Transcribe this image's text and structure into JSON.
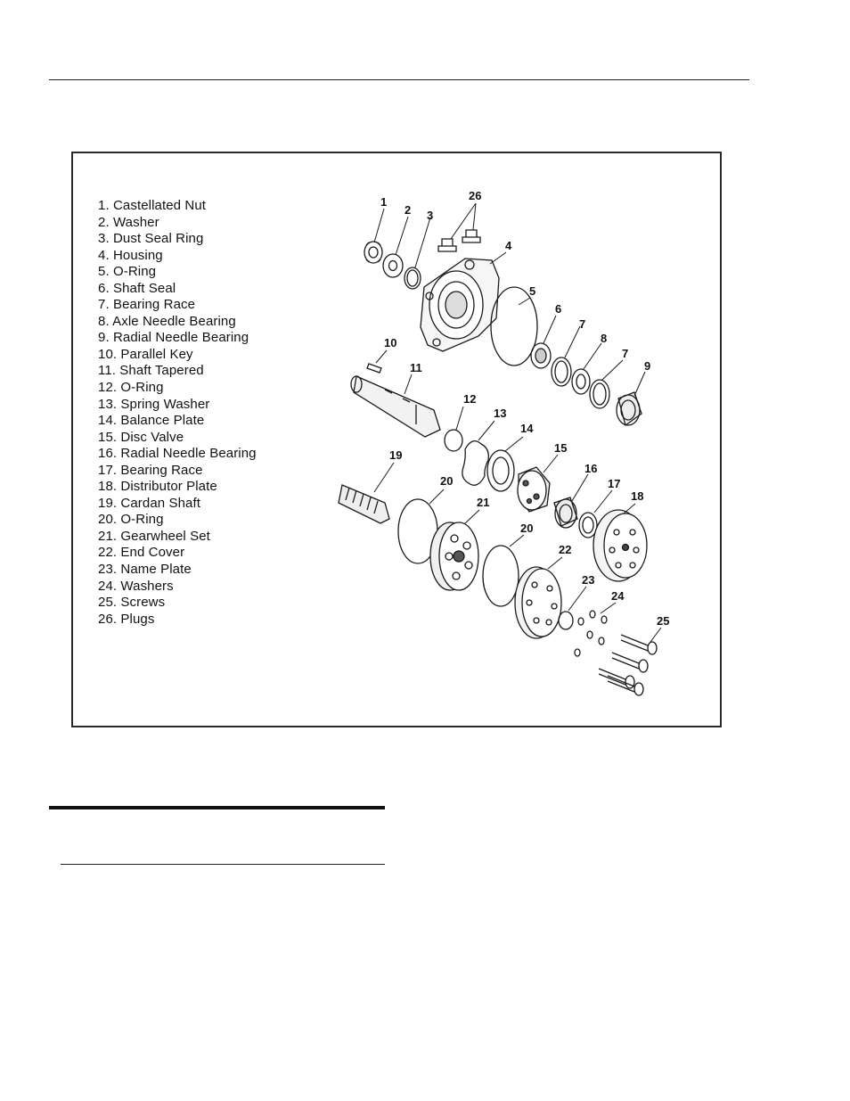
{
  "parts_list": [
    "1. Castellated Nut",
    "2. Washer",
    "3. Dust Seal Ring",
    "4. Housing",
    "5. O-Ring",
    "6. Shaft Seal",
    "7. Bearing Race",
    "8. Axle Needle Bearing",
    "9. Radial Needle Bearing",
    "10. Parallel Key",
    "11. Shaft Tapered",
    "12. O-Ring",
    "13. Spring Washer",
    "14. Balance Plate",
    "15. Disc Valve",
    "16. Radial Needle Bearing",
    "17. Bearing Race",
    "18. Distributor Plate",
    "19. Cardan Shaft",
    "20. O-Ring",
    "21. Gearwheel Set",
    "22. End Cover",
    "23. Name Plate",
    "24. Washers",
    "25. Screws",
    "26. Plugs"
  ],
  "callouts": {
    "c1": "1",
    "c2": "2",
    "c3": "3",
    "c4": "4",
    "c5": "5",
    "c6": "6",
    "c7a": "7",
    "c7b": "7",
    "c8": "8",
    "c9": "9",
    "c10": "10",
    "c11": "11",
    "c12": "12",
    "c13": "13",
    "c14": "14",
    "c15": "15",
    "c16": "16",
    "c17": "17",
    "c18": "18",
    "c19": "19",
    "c20a": "20",
    "c20b": "20",
    "c21": "21",
    "c22": "22",
    "c23": "23",
    "c24": "24",
    "c25": "25",
    "c26": "26"
  }
}
